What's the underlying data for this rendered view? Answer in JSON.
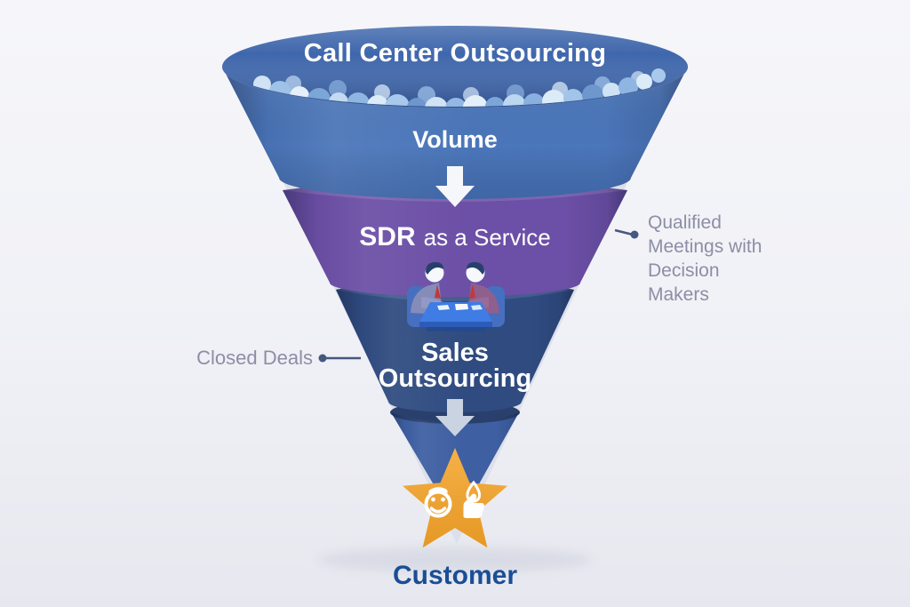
{
  "diagram": {
    "background_top": "#f6f6fa",
    "background_bottom": "#e7e8ef"
  },
  "funnel": {
    "stage1": {
      "title": "Call Center Outsourcing",
      "label": "Volume",
      "color": "#4a76ba",
      "interior_color": "#3f67ac"
    },
    "stage2": {
      "label_bold": "SDR",
      "label_rest": "as a Service",
      "color": "#6c4fa6"
    },
    "stage3": {
      "label_line1": "Sales",
      "label_line2": "Outsourcing",
      "color": "#2f4b80"
    },
    "stage4": {
      "color": "#3e5fa2"
    }
  },
  "arrows": {
    "down_arrow_1_color": "#f5f7fb",
    "down_arrow_2_color": "#c9d3e2"
  },
  "annotations": {
    "left": {
      "label": "Closed Deals",
      "color": "#8d8da6"
    },
    "right": {
      "label": "Qualified Meetings with Decision Makers",
      "color": "#8d8da6"
    }
  },
  "outcome": {
    "label": "Customer",
    "text_color": "#1a4e96",
    "star_color": "#f4a52a"
  },
  "icons": {
    "leads": "leads-dots-icon",
    "meeting": "business-meeting-icon",
    "smiley": "happy-customer-icon",
    "thumb": "thumbs-up-icon"
  }
}
